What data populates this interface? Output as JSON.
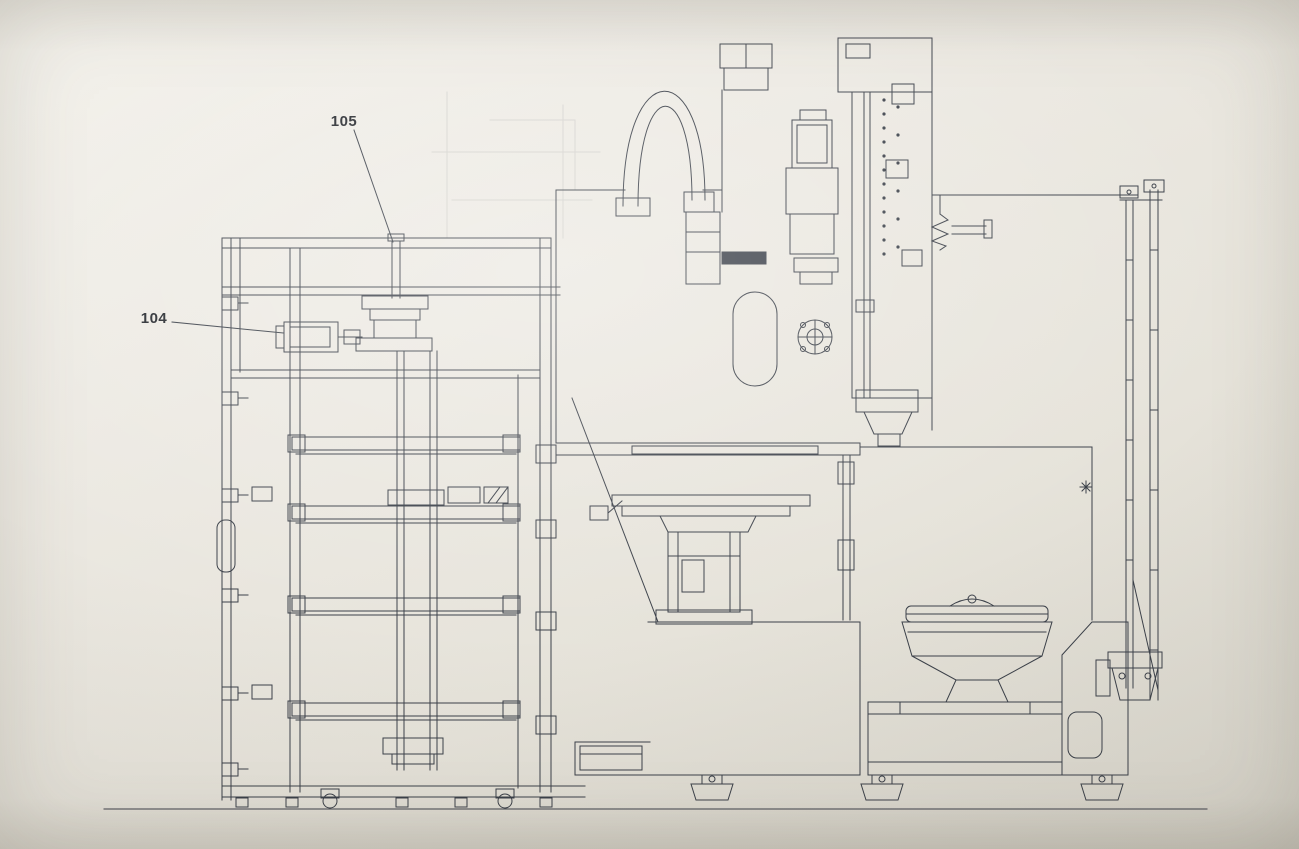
{
  "document": {
    "kind": "scanned engineering line drawing",
    "view": "side elevation of machining center with pallet stocker and guide rail"
  },
  "colors": {
    "paper": "#ece9e2",
    "ink": "#3b4049",
    "label_ink": "#23262b"
  },
  "callouts": {
    "c105": {
      "label": "105"
    },
    "c104": {
      "label": "104"
    }
  }
}
